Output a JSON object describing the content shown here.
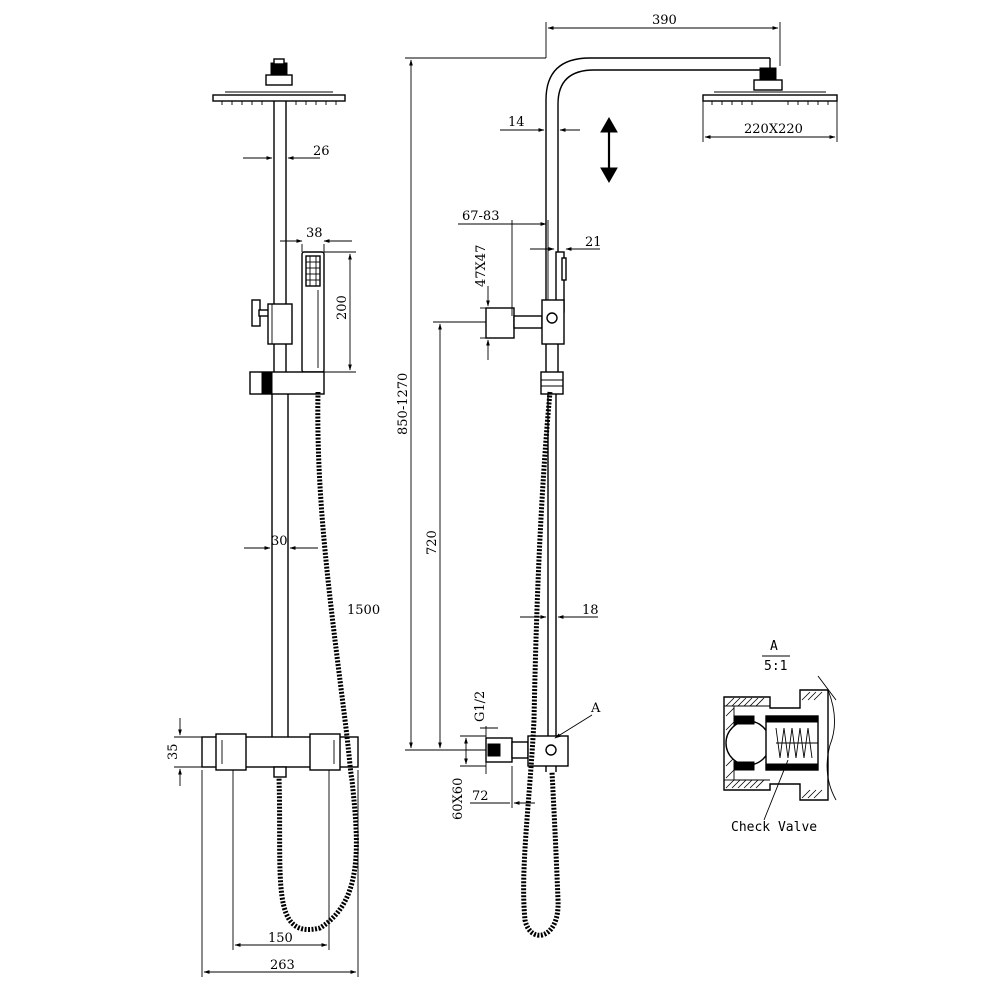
{
  "front_view": {
    "dims": {
      "bar_diameter_top": "26",
      "hand_shower_width": "38",
      "hand_shower_length": "200",
      "bar_diameter_lower": "30",
      "hose_length": "1500",
      "valve_height": "35",
      "inlet_spacing": "150",
      "overall_width": "263"
    }
  },
  "side_view": {
    "dims": {
      "arm_reach": "390",
      "arm_diameter": "14",
      "head_size": "220X220",
      "holder_offset": "67-83",
      "holder_diameter": "21",
      "holder_size": "47X47",
      "height_range": "850-1270",
      "lower_height": "720",
      "bar_diameter": "18",
      "thread": "G1/2",
      "flange_size": "60X60",
      "flange_depth": "72",
      "detail_ref": "A"
    }
  },
  "detail": {
    "label": "A",
    "scale": "5:1",
    "caption": "Check Valve"
  }
}
